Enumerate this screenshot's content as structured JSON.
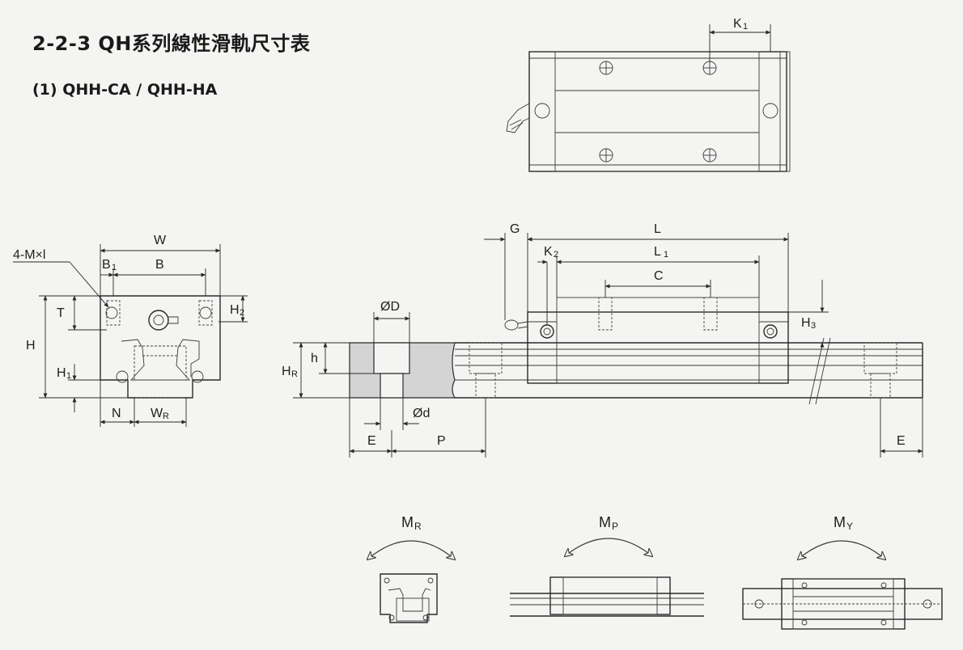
{
  "heading": {
    "title": "2-2-3 QH系列線性滑軌尺寸表",
    "subtitle": "(1) QHH-CA / QHH-HA"
  },
  "dimension_labels": {
    "K1": "K",
    "K1_sub": "1",
    "W": "W",
    "B": "B",
    "B1": "B",
    "B1_sub": "1",
    "mount_screw": "4-M×l",
    "T": "T",
    "H": "H",
    "H2": "H",
    "H2_sub": "2",
    "H1": "H",
    "H1_sub": "1",
    "N": "N",
    "WR": "W",
    "WR_sub": "R",
    "G": "G",
    "L": "L",
    "K2": "K",
    "K2_sub": "2",
    "L1": "L",
    "L1_sub": "1",
    "C": "C",
    "H3": "H",
    "H3_sub": "3",
    "phiD": "ØD",
    "h": "h",
    "HR": "H",
    "HR_sub": "R",
    "phid": "Ød",
    "E_left": "E",
    "P": "P",
    "E_right": "E"
  },
  "moments": {
    "MR": "M",
    "MR_sub": "R",
    "MP": "M",
    "MP_sub": "P",
    "MY": "M",
    "MY_sub": "Y"
  },
  "colors": {
    "paper": "#f4f4f2",
    "ink": "#2a2a2a",
    "section_fill": "#d4d4d4",
    "block_fill": "#eeeeec"
  },
  "icons": {
    "grease_nipple": "grease-nipple-icon",
    "moment_arrow": "curved-double-arrow-icon"
  }
}
